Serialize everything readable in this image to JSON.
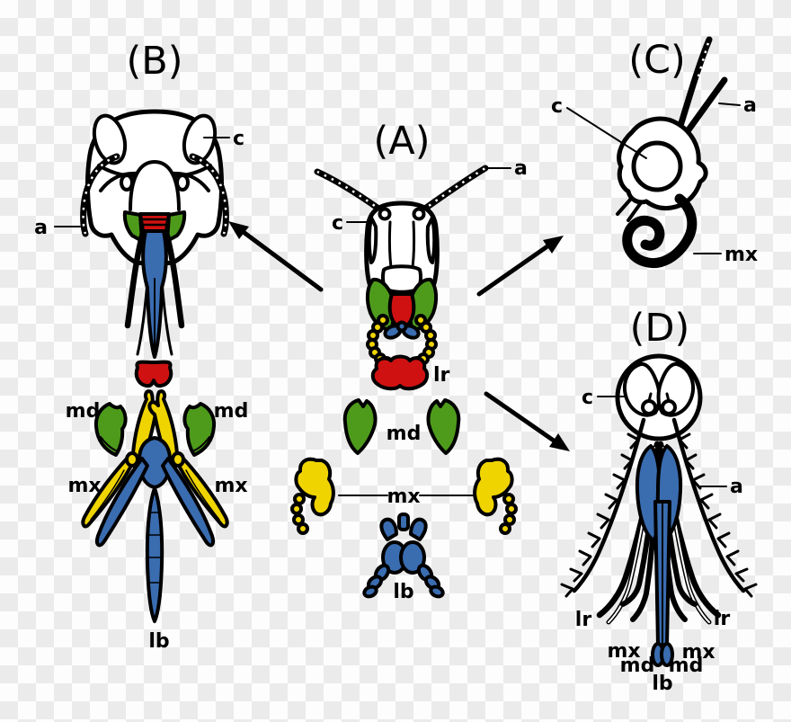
{
  "panels": {
    "a": "(A)",
    "b": "(B)",
    "c": "(C)",
    "d": "(D)"
  },
  "parts": {
    "antenna": "a",
    "cranium": "c",
    "labrum": "lr",
    "mandible": "md",
    "maxilla": "mx",
    "labium": "lb"
  },
  "colors": {
    "labrum_red": "#cf1111",
    "mandible_green": "#4e9b1c",
    "mandible_green_dark": "#2e6b10",
    "maxilla_yellow": "#f0d400",
    "labium_blue": "#3a6cb0",
    "outline_black": "#000000",
    "checker_light": "#fdfdfd",
    "checker_dark": "#ebebeb"
  }
}
